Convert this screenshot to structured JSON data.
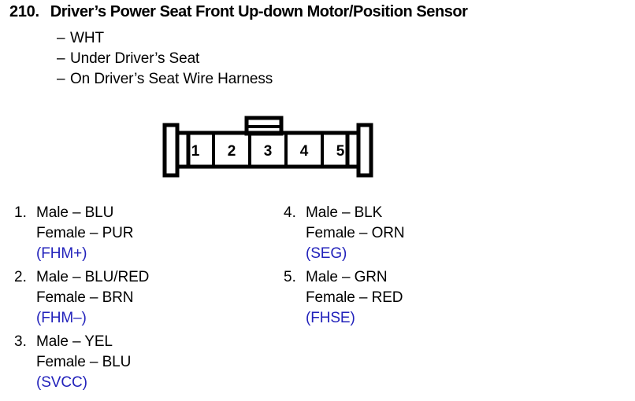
{
  "page": {
    "background": "#ffffff",
    "signal_color": "#2222bb",
    "outline_color": "#000000"
  },
  "header": {
    "number": "210.",
    "title": "Driver’s Power Seat Front Up-down Motor/Position Sensor",
    "bullets": [
      {
        "dash": "–",
        "text": "WHT"
      },
      {
        "dash": "–",
        "text": "Under Driver’s Seat"
      },
      {
        "dash": "–",
        "text": "On Driver’s Seat Wire Harness"
      }
    ]
  },
  "connector": {
    "name": "5-pin-connector",
    "pin_count": 5,
    "pins": [
      "1",
      "2",
      "3",
      "4",
      "5"
    ],
    "has_locking_tab": true
  },
  "pin_list": {
    "left_column": [
      {
        "index": "1.",
        "male": "Male – BLU",
        "female": "Female – PUR",
        "signal": "(FHM+)"
      },
      {
        "index": "2.",
        "male": "Male – BLU/RED",
        "female": "Female – BRN",
        "signal": "(FHM–)"
      },
      {
        "index": "3.",
        "male": "Male – YEL",
        "female": "Female – BLU",
        "signal": "(SVCC)"
      }
    ],
    "right_column": [
      {
        "index": "4.",
        "male": "Male – BLK",
        "female": "Female – ORN",
        "signal": "(SEG)"
      },
      {
        "index": "5.",
        "male": "Male – GRN",
        "female": "Female – RED",
        "signal": "(FHSE)"
      }
    ]
  }
}
